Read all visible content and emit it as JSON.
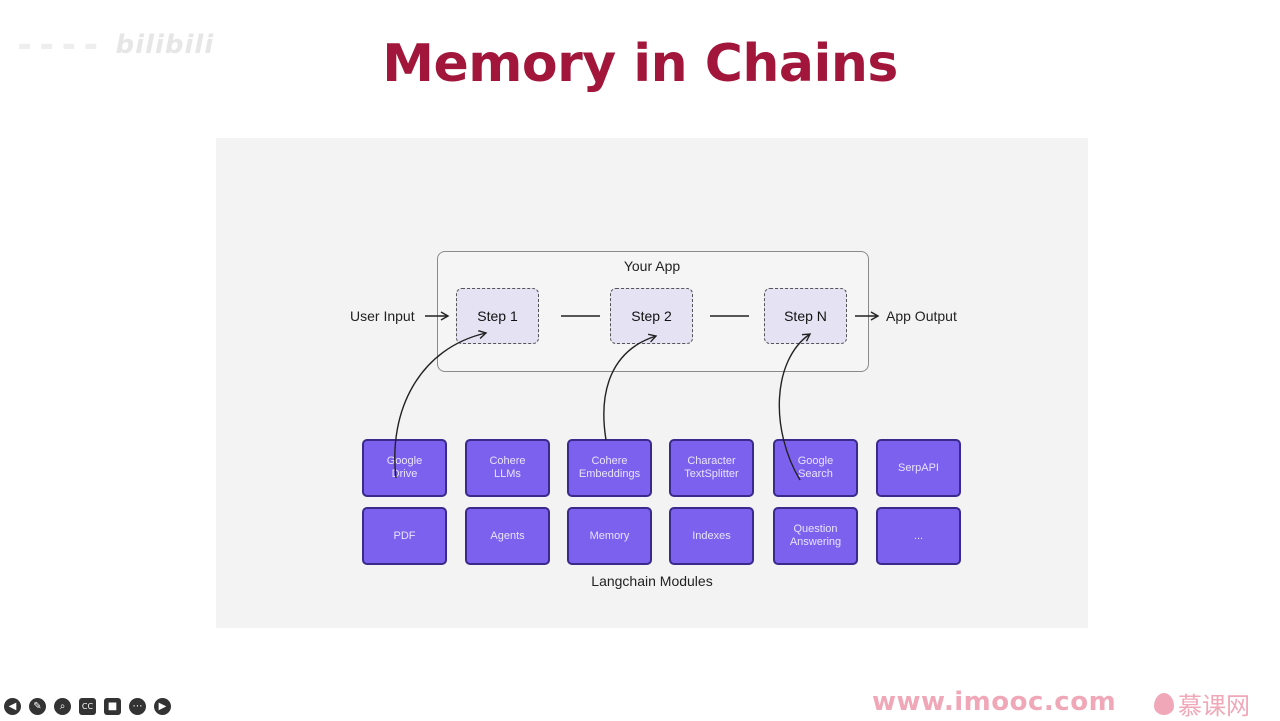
{
  "watermark": {
    "logo": "bilibili"
  },
  "title": "Memory in Chains",
  "diagram": {
    "app_label": "Your App",
    "input_label": "User Input",
    "output_label": "App Output",
    "steps": [
      "Step 1",
      "Step 2",
      "Step N"
    ],
    "modules": [
      [
        "Google\nDrive",
        "Cohere\nLLMs",
        "Cohere\nEmbeddings",
        "Character\nTextSplitter",
        "Google\nSearch",
        "SerpAPI"
      ],
      [
        "PDF",
        "Agents",
        "Memory",
        "Indexes",
        "Question\nAnswering",
        "..."
      ]
    ],
    "modules_label": "Langchain Modules"
  },
  "toolbar": {
    "icons": [
      "prev-icon",
      "pen-icon",
      "search-icon",
      "cc-icon",
      "camera-icon",
      "more-icon",
      "next-icon"
    ],
    "cc_text": "CC"
  },
  "footer": {
    "site": "www.imooc.com",
    "brand": "慕课网"
  },
  "colors": {
    "title": "#a1163a",
    "module_fill": "#7b61ee",
    "module_border": "#3a2a8c",
    "step_fill": "#e4e2f3",
    "watermark": "#f0a8b8"
  }
}
